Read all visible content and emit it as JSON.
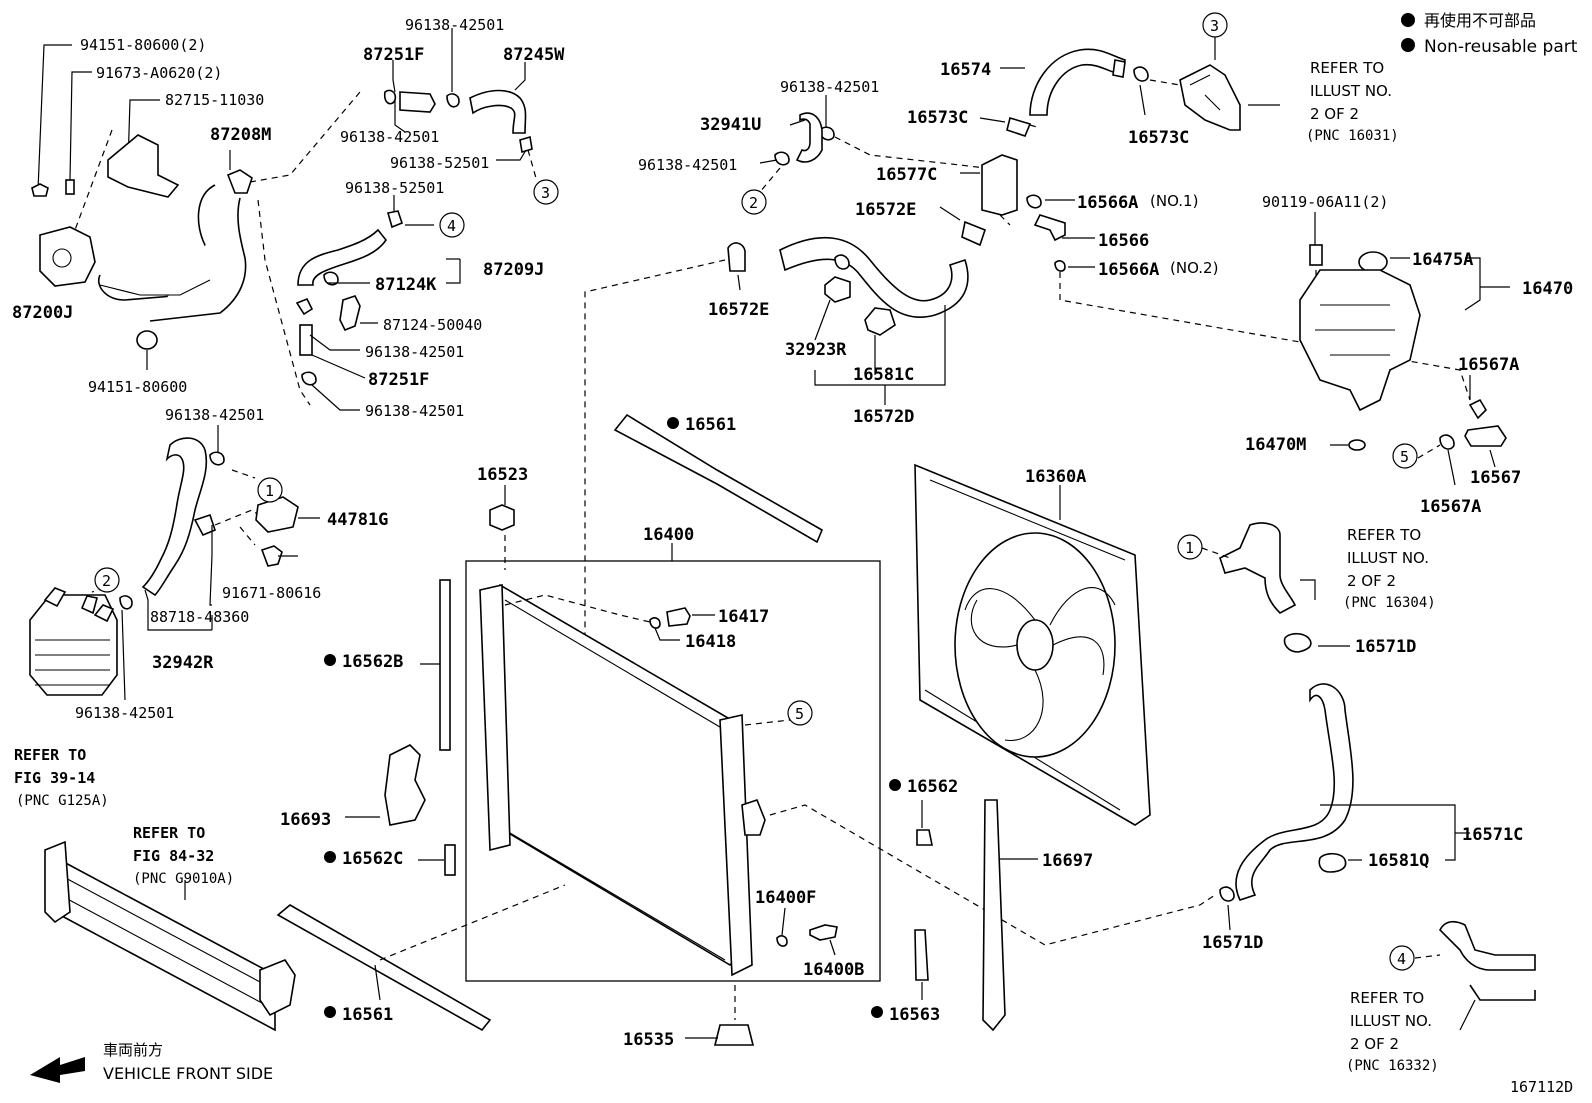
{
  "legend": {
    "non_reusable_jp": "再使用不可部品",
    "non_reusable_en": "Non-reusable part"
  },
  "figure_id": "167112D",
  "front_side": {
    "jp": "車両前方",
    "en": "VEHICLE FRONT SIDE"
  },
  "labels": {
    "p94151_80600_2": "94151-80600(2)",
    "p91673_a0620_2": "91673-A0620(2)",
    "p82715_11030": "82715-11030",
    "p87208m": "87208M",
    "p87200j": "87200J",
    "p94151_80600": "94151-80600",
    "p96138_42501_a": "96138-42501",
    "p87251f_a": "87251F",
    "p87245w": "87245W",
    "p96138_42501_b": "96138-42501",
    "p96138_52501_a": "96138-52501",
    "p96138_52501_b": "96138-52501",
    "p87124k": "87124K",
    "p87209j": "87209J",
    "p87124_50040": "87124-50040",
    "p96138_42501_c": "96138-42501",
    "p87251f_b": "87251F",
    "p96138_42501_d": "96138-42501",
    "p96138_42501_e": "96138-42501",
    "p44781g": "44781G",
    "p91671_80616": "91671-80616",
    "p88718_48360": "88718-48360",
    "p32942r": "32942R",
    "p96138_42501_f": "96138-42501",
    "p16574": "16574",
    "p16573c_a": "16573C",
    "p16573c_b": "16573C",
    "p96138_42501_g": "96138-42501",
    "p32941u": "32941U",
    "p96138_42501_h": "96138-42501",
    "p16577c": "16577C",
    "p16572e_a": "16572E",
    "p16566a_no1": "16566A",
    "p16566a_no1_suffix": "(NO.1)",
    "p16566": "16566",
    "p16566a_no2": "16566A",
    "p16566a_no2_suffix": "(NO.2)",
    "p16572e_b": "16572E",
    "p32923r": "32923R",
    "p16581c": "16581C",
    "p16572d": "16572D",
    "p90119_06a11_2": "90119-06A11(2)",
    "p16475a": "16475A",
    "p16470": "16470",
    "p16567a_a": "16567A",
    "p16470m": "16470M",
    "p16567": "16567",
    "p16567a_b": "16567A",
    "p16561_top": "16561",
    "p16523": "16523",
    "p16400": "16400",
    "p16417": "16417",
    "p16418": "16418",
    "p16562b": "16562B",
    "p16693": "16693",
    "p16562c": "16562C",
    "p16400f": "16400F",
    "p16400b": "16400B",
    "p16535": "16535",
    "p16561_bottom": "16561",
    "p16563": "16563",
    "p16562": "16562",
    "p16697": "16697",
    "p16360a": "16360A",
    "p16571d_a": "16571D",
    "p16571c": "16571C",
    "p16581q": "16581Q",
    "p16571d_b": "16571D"
  },
  "refers": {
    "r1": [
      "REFER TO",
      "ILLUST NO.",
      "2 OF 2",
      "(PNC 16031)"
    ],
    "r2": [
      "REFER TO",
      "ILLUST NO.",
      "2 OF 2",
      "(PNC 16304)"
    ],
    "r3": [
      "REFER TO",
      "ILLUST NO.",
      "2 OF 2",
      "(PNC 16332)"
    ],
    "r4": [
      "REFER TO",
      "FIG 39-14",
      "(PNC G125A)"
    ],
    "r5": [
      "REFER TO",
      "FIG 84-32",
      "(PNC G9010A)"
    ]
  },
  "callouts": {
    "c1a": "1",
    "c1b": "1",
    "c2a": "2",
    "c2b": "2",
    "c3a": "3",
    "c3b": "3",
    "c4a": "4",
    "c4b": "4",
    "c5a": "5",
    "c5b": "5"
  }
}
